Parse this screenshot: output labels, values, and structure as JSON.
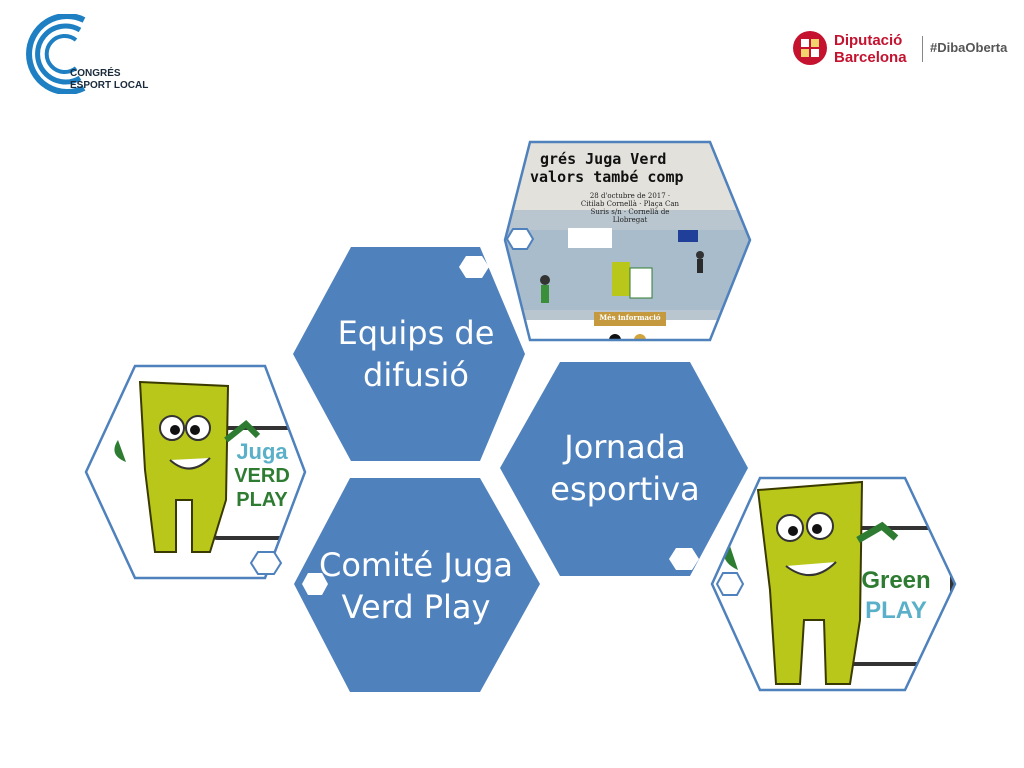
{
  "header": {
    "congres_logo_line1": "CONGRÉS",
    "congres_logo_line2": "ESPORT LOCAL",
    "dipu_line1": "Diputació",
    "dipu_line2": "Barcelona",
    "hashtag": "#DibaOberta"
  },
  "hexagons": {
    "equips": "Equips de difusió",
    "jornada": "Jornada esportiva",
    "comite": "Comité Juga Verd Play"
  },
  "poster": {
    "title_line1": "grés Juga Verd",
    "title_line2": "valors també comp",
    "details": "28 d'octubre de 2017 · Citilab Cornellà · Plaça Can Suris s/n · Cornellà de Llobregat",
    "more_info": "Més informació"
  },
  "mascot_left": {
    "sign_line1": "Juga",
    "sign_line2": "VERD",
    "sign_line3": "PLAY"
  },
  "mascot_right": {
    "sign_line1": "Green",
    "sign_line2": "PLAY"
  },
  "colors": {
    "hex_fill": "#4f81bd",
    "hex_outline": "#4f81bd",
    "mascot_green": "#b8c719",
    "dipu_red": "#c4122f"
  }
}
